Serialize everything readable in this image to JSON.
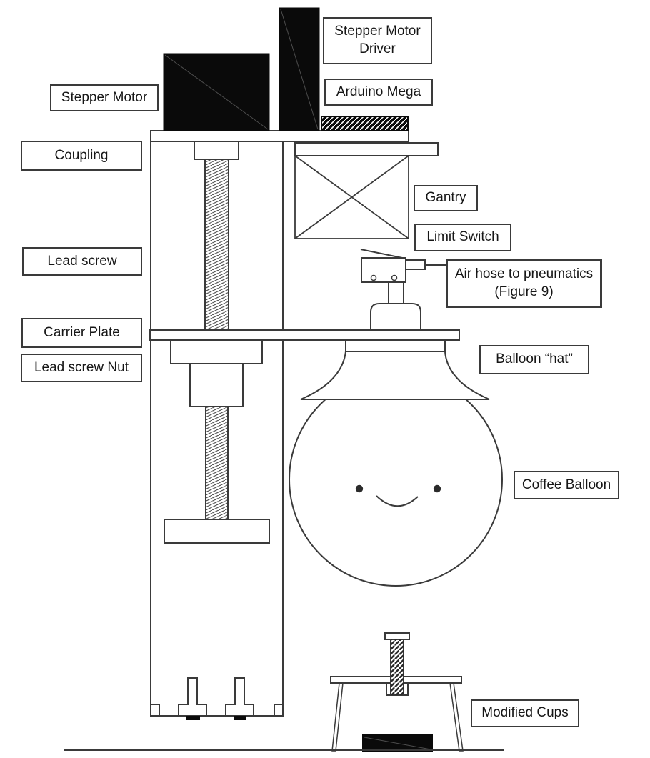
{
  "title": "Coffee balloon machine annotated diagram",
  "colors": {
    "line": "#3a3a3a",
    "solid_fill": "#0a0a0a",
    "background": "#ffffff"
  },
  "labels": {
    "stepper_motor": "Stepper Motor",
    "coupling": "Coupling",
    "stepper_motor_driver": "Stepper Motor Driver",
    "arduino_mega": "Arduino Mega",
    "gantry": "Gantry",
    "limit_switch": "Limit Switch",
    "air_hose_line1": "Air hose to pneumatics",
    "air_hose_line2": "(Figure 9)",
    "lead_screw": "Lead screw",
    "carrier_plate": "Carrier Plate",
    "lead_screw_nut": "Lead screw Nut",
    "balloon_hat": "Balloon “hat”",
    "coffee_balloon": "Coffee Balloon",
    "modified_cups": "Modified Cups"
  }
}
